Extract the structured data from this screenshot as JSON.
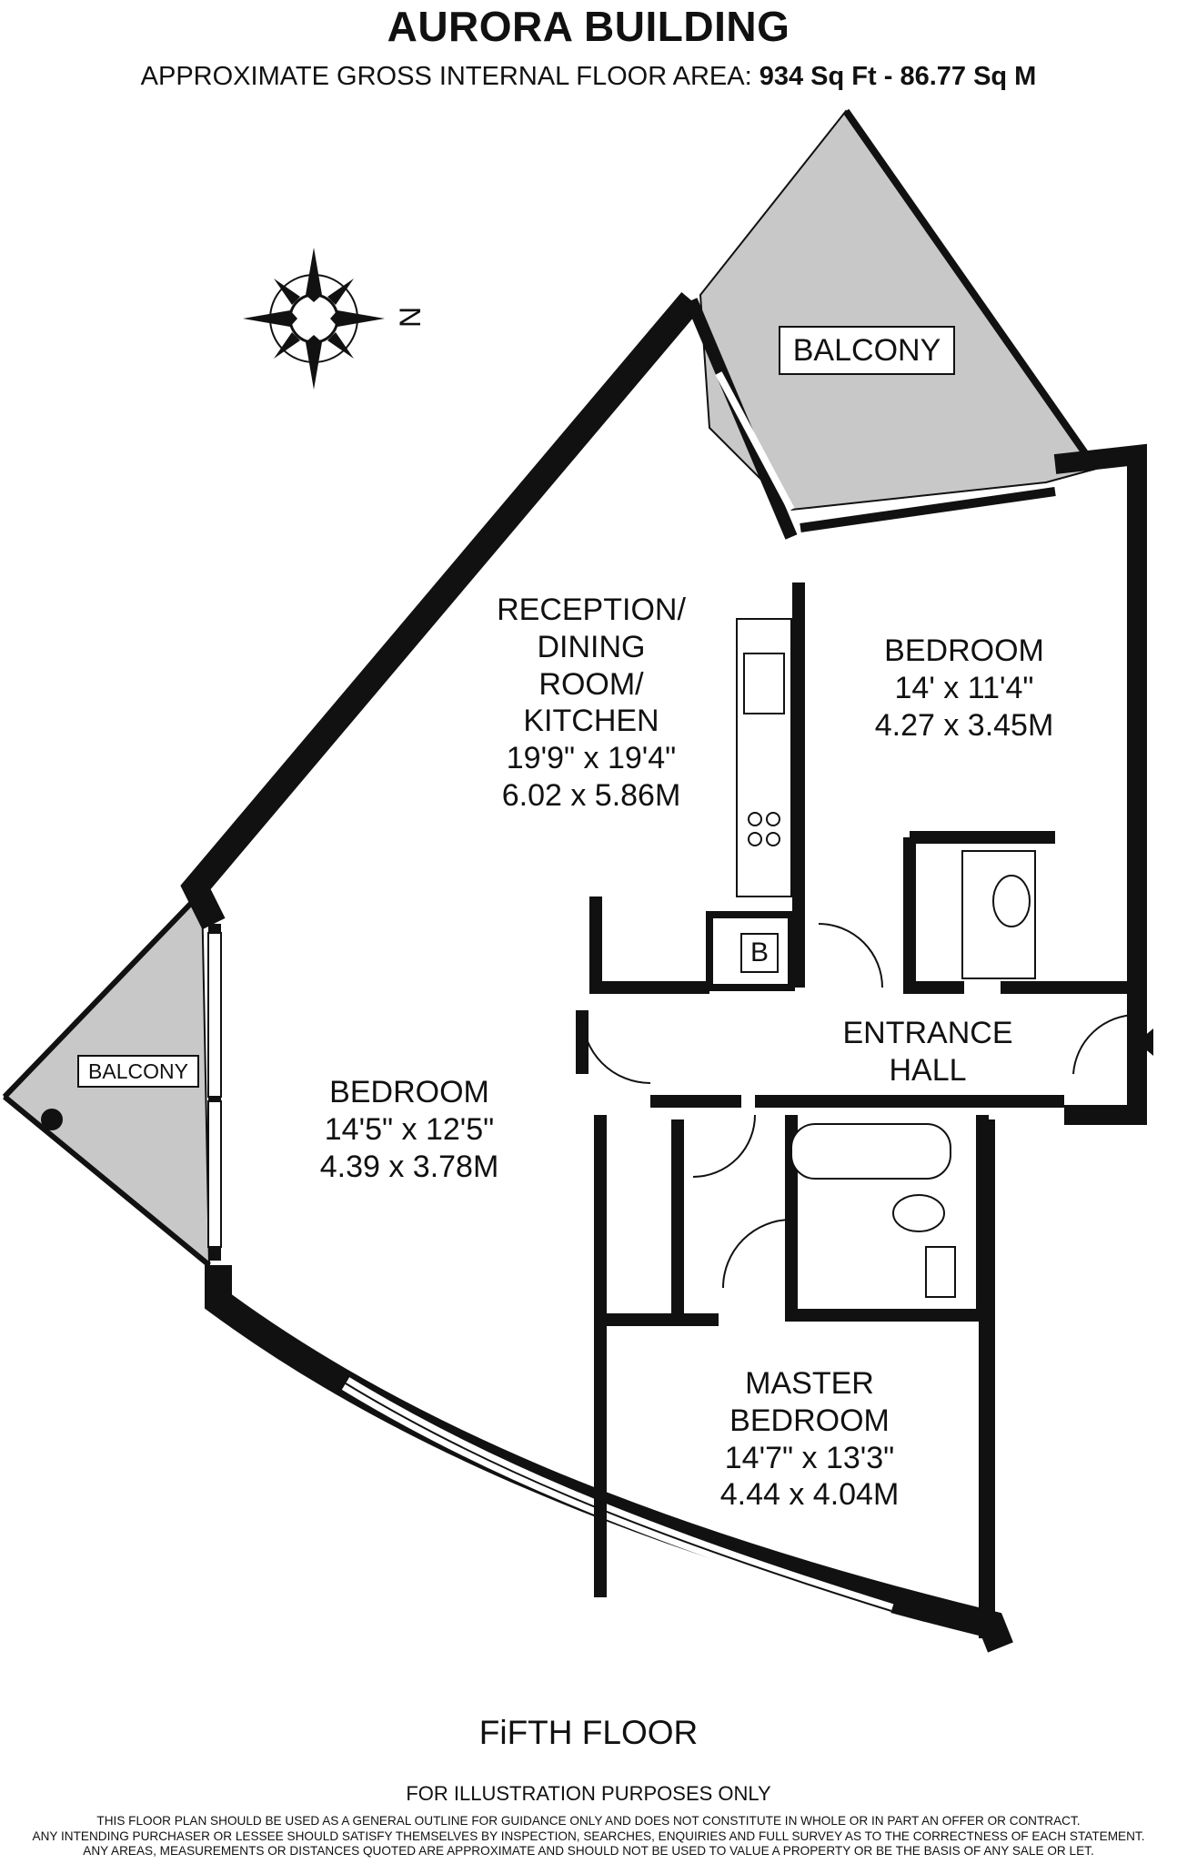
{
  "header": {
    "title": "AURORA BUILDING",
    "area_label": "APPROXIMATE GROSS INTERNAL FLOOR AREA:",
    "area_sqft": "934 Sq Ft",
    "area_sep": "-",
    "area_sqm": "86.77 Sq M"
  },
  "compass": {
    "north_label": "N",
    "icon": "compass-rose-icon"
  },
  "rooms": {
    "reception": {
      "name_l1": "RECEPTION/",
      "name_l2": "DINING",
      "name_l3": "ROOM/",
      "name_l4": "KITCHEN",
      "imperial": "19'9\" x 19'4\"",
      "metric": "6.02 x 5.86M"
    },
    "bedroom_ne": {
      "name": "BEDROOM",
      "imperial": "14' x 11'4\"",
      "metric": "4.27 x 3.45M"
    },
    "bedroom_w": {
      "name": "BEDROOM",
      "imperial": "14'5\" x 12'5\"",
      "metric": "4.39 x 3.78M"
    },
    "entrance": {
      "name_l1": "ENTRANCE",
      "name_l2": "HALL"
    },
    "master": {
      "name_l1": "MASTER",
      "name_l2": "BEDROOM",
      "imperial": "14'7\" x 13'3\"",
      "metric": "4.44 x 4.04M"
    },
    "balcony_top": {
      "name": "BALCONY"
    },
    "balcony_left": {
      "name": "BALCONY"
    },
    "boiler": {
      "name": "B"
    }
  },
  "footer": {
    "floor": "FiFTH FLOOR",
    "illustration": "FOR ILLUSTRATION PURPOSES ONLY",
    "disclaimer_l1": "THIS FLOOR PLAN SHOULD BE USED AS A GENERAL OUTLINE FOR GUIDANCE ONLY AND DOES NOT CONSTITUTE IN WHOLE OR IN PART AN OFFER OR CONTRACT.",
    "disclaimer_l2": "ANY INTENDING PURCHASER OR LESSEE SHOULD SATISFY THEMSELVES BY INSPECTION, SEARCHES, ENQUIRIES AND FULL SURVEY AS TO THE CORRECTNESS OF EACH STATEMENT.",
    "disclaimer_l3": "ANY AREAS, MEASUREMENTS OR DISTANCES QUOTED ARE APPROXIMATE AND SHOULD NOT BE USED TO VALUE A PROPERTY OR BE THE BASIS OF ANY SALE OR LET."
  },
  "colors": {
    "wall": "#111111",
    "balcony_fill": "#c8c8c8",
    "background": "#ffffff"
  }
}
